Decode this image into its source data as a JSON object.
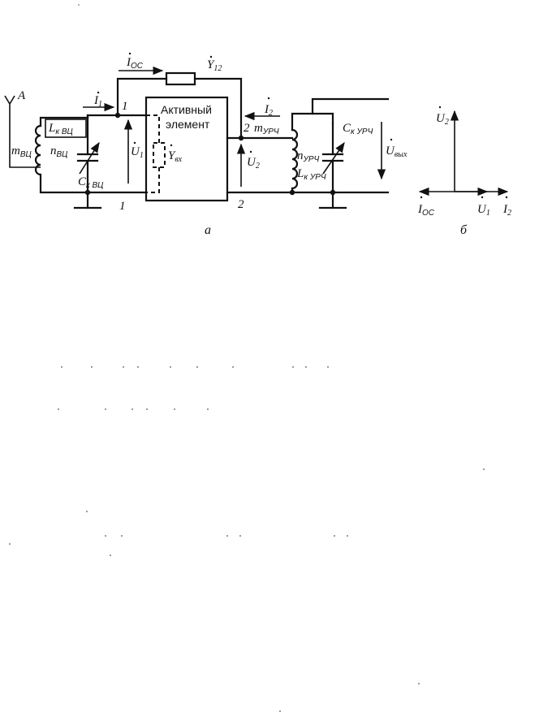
{
  "figure_a": {
    "caption": "а",
    "active_element": [
      "Активный",
      "элемент"
    ],
    "antenna": "A",
    "I_oc": {
      "base": "I",
      "sub": "ОС"
    },
    "Y12": {
      "base": "Y",
      "sub": "12"
    },
    "I1": {
      "base": "I",
      "sub": "1"
    },
    "I2": {
      "base": "I",
      "sub": "2"
    },
    "U1": {
      "base": "U",
      "sub": "1"
    },
    "U2": {
      "base": "U",
      "sub": "2"
    },
    "Y_in": {
      "base": "Y",
      "sub": "вх"
    },
    "U_out": {
      "base": "U",
      "sub": "вых"
    },
    "L_vc": {
      "base": "L",
      "sub": "к ВЦ"
    },
    "m_vc": {
      "base": "m",
      "sub": "ВЦ"
    },
    "n_vc": {
      "base": "n",
      "sub": "ВЦ"
    },
    "C_vc": {
      "base": "C",
      "sub": "к ВЦ"
    },
    "m_urch": {
      "base": "m",
      "sub": "УРЧ"
    },
    "n_urch": {
      "base": "n",
      "sub": "УРЧ"
    },
    "L_urch": {
      "base": "L",
      "sub": "к УРЧ"
    },
    "C_urch": {
      "base": "C",
      "sub": "к УРЧ"
    },
    "node1": "1",
    "node2": "2",
    "node1_bottom": "1",
    "node2_bottom": "2"
  },
  "figure_b": {
    "caption": "б",
    "U2": {
      "base": "U",
      "sub": "2"
    },
    "I_oc": {
      "base": "I",
      "sub": "ОС"
    },
    "U1": {
      "base": "U",
      "sub": "1"
    },
    "I2": {
      "base": "I",
      "sub": "2"
    }
  }
}
